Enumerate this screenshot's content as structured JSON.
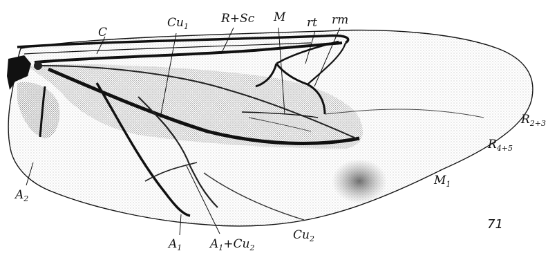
{
  "figure": {
    "number": "71",
    "labels": {
      "C": "C",
      "Cu1": {
        "main": "Cu",
        "sub": "1"
      },
      "RSc": "R+Sc",
      "M": "M",
      "rt": "rt",
      "rm": "rm",
      "R23": {
        "main": "R",
        "sub": "2+3"
      },
      "R45": {
        "main": "R",
        "sub": "4+5"
      },
      "M1": {
        "main": "M",
        "sub": "1"
      },
      "A2": {
        "main": "A",
        "sub": "2"
      },
      "A1": {
        "main": "A",
        "sub": "1"
      },
      "A1Cu2": {
        "main1": "A",
        "sub1": "1",
        "plus": "+Cu",
        "sub2": "2"
      },
      "Cu2": {
        "main": "Cu",
        "sub": "2"
      }
    },
    "colors": {
      "ink": "#111111",
      "stipple": "#888888",
      "background": "#ffffff"
    }
  }
}
